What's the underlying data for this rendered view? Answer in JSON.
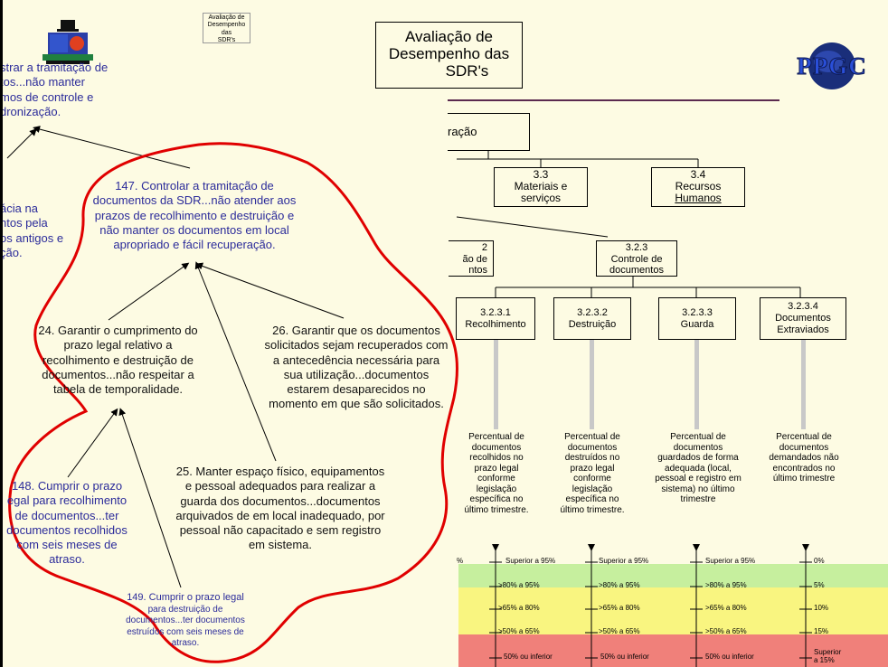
{
  "header": {
    "title_lines": [
      "Avaliação de",
      "Desempenho das",
      "SDR's"
    ],
    "small_title_lines": [
      "Avaliação de",
      "Desempenho das",
      "SDR's"
    ],
    "logo_text": "PPGC",
    "accent_color": "#5a2a4f"
  },
  "left_map": {
    "top_text_lines": [
      "strar a tramitação de",
      "tos...não manter",
      "mos de controle e",
      "dronização."
    ],
    "side_text_lines": [
      "ácia na",
      "ntos pela",
      "os antigos e",
      "ção."
    ],
    "n147_lines": [
      "147. Controlar a tramitação de",
      "documentos da SDR...não atender aos",
      "prazos de recolhimento e destruição e",
      "não manter os documentos em local",
      "apropriado e fácil recuperação."
    ],
    "n24_lines": [
      "24. Garantir o cumprimento do",
      "prazo legal relativo a",
      "recolhimento e destruição de",
      "documentos...não respeitar a",
      "tabela de temporalidade."
    ],
    "n26_lines": [
      "26. Garantir que os documentos",
      "solicitados sejam recuperados com",
      "a antecedência necessária para",
      "sua utilização...documentos",
      "estarem desaparecidos no",
      "momento em que são solicitados."
    ],
    "n25_lines": [
      "25. Manter espaço físico, equipamentos",
      "e pessoal adequados para realizar a",
      "guarda dos documentos...documentos",
      "arquivados de em local inadequado, por",
      "pessoal não capacitado e sem registro",
      "em sistema."
    ],
    "n148_lines": [
      "148. Cumprir o prazo",
      "egal para recolhimento",
      "de documentos...ter",
      "documentos recolhidos",
      "com seis meses de",
      "atraso."
    ],
    "n149_lines": [
      "149. Cumprir o prazo legal",
      "para destruição de",
      "documentos...ter documentos",
      "estruídos com seis meses de",
      "atraso."
    ],
    "highlight_color": "#e00000"
  },
  "tree": {
    "top_box": "ração",
    "n33": [
      "3.3",
      "Materiais e",
      "serviços"
    ],
    "n34": [
      "3.4",
      "Recursos",
      "Humanos"
    ],
    "n322": [
      "2",
      "ão de",
      "ntos"
    ],
    "n323": [
      "3.2.3",
      "Controle de",
      "documentos"
    ],
    "leaves": [
      {
        "id": "3.2.3.1",
        "label": "Recolhimento"
      },
      {
        "id": "3.2.3.2",
        "label": "Destruição"
      },
      {
        "id": "3.2.3.3",
        "label": "Guarda"
      },
      {
        "id": "3.2.3.4",
        "label": "Documentos Extraviados"
      }
    ]
  },
  "indicators": [
    "Percentual de documentos recolhidos no prazo legal conforme legislação específica no último trimestre.",
    "Percentual de documentos destruídos no prazo legal conforme legislação específica no último trimestre.",
    "Percentual de documentos guardados de forma adequada (local, pessoal e registro em sistema) no último trimestre",
    "Percentual de documentos demandados não encontrados no último trimestre"
  ],
  "scales": {
    "left_edge_label": "%",
    "standard": [
      "Superior a 95%",
      ">80% a 95%",
      ">65% a 80%",
      ">50% a 65%",
      "50% ou inferior"
    ],
    "extraviados": [
      "0%",
      "5%",
      "10%",
      "15%",
      "Superior a 15%"
    ],
    "band_colors": [
      "#fdfbe3",
      "#c6ef9e",
      "#f9f580",
      "#f9f580",
      "#f0807a"
    ]
  }
}
